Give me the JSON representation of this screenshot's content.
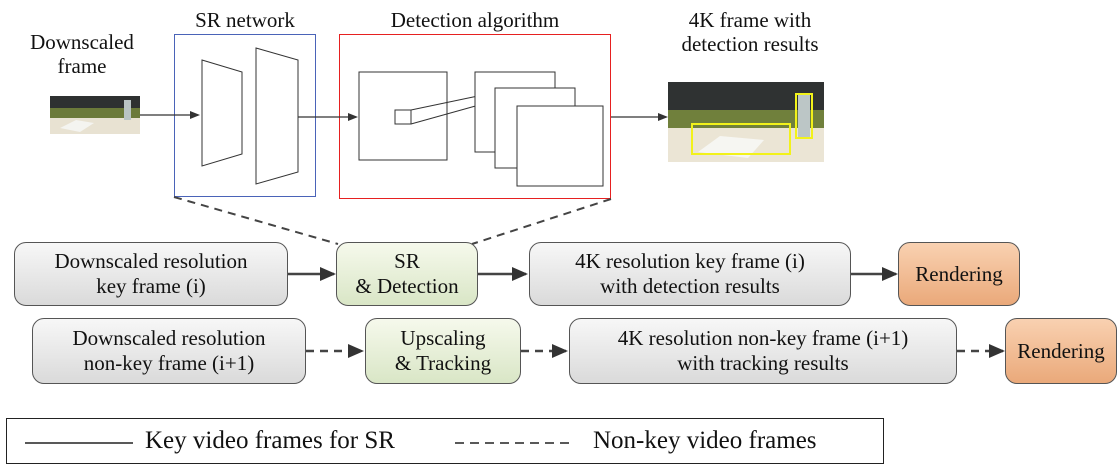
{
  "top": {
    "downscaled_frame": "Downscaled\nframe",
    "sr_network": "SR network",
    "detection_algorithm": "Detection algorithm",
    "output_frame": "4K frame with\ndetection results"
  },
  "key_row": {
    "input": "Downscaled resolution\nkey frame (i)",
    "process": "SR\n& Detection",
    "output": "4K resolution key frame (i)\nwith detection results",
    "render": "Rendering"
  },
  "nonkey_row": {
    "input": "Downscaled resolution\nnon-key frame (i+1)",
    "process": "Upscaling\n& Tracking",
    "output": "4K resolution non-key frame (i+1)\nwith tracking results",
    "render": "Rendering"
  },
  "legend": {
    "solid_label": "Key video frames for SR",
    "dashed_label": "Non-key video frames"
  },
  "colors": {
    "sr_border": "#4a63b8",
    "detect_border": "#e62020",
    "bbox": "#f2f21a"
  }
}
